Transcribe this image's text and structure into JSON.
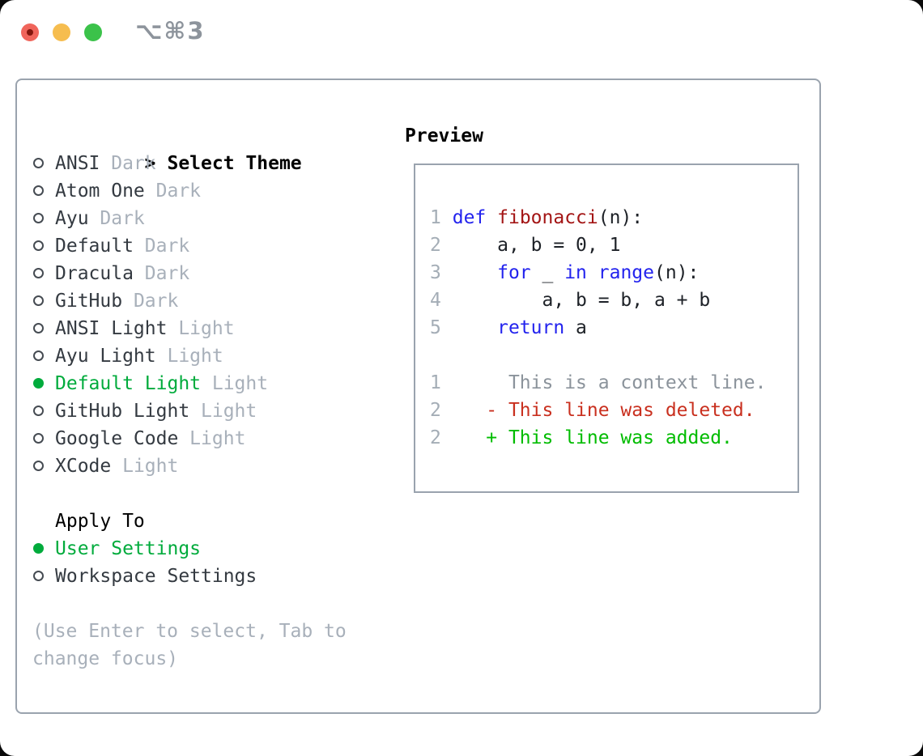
{
  "window": {
    "shortcut": "⌥⌘3",
    "controls": [
      "close",
      "minimize",
      "zoom"
    ]
  },
  "theme_selector": {
    "header_prefix": ">",
    "header_label": "Select Theme",
    "items": [
      {
        "name": "ANSI",
        "variant": "Dark",
        "selected": false
      },
      {
        "name": "Atom One",
        "variant": "Dark",
        "selected": false
      },
      {
        "name": "Ayu",
        "variant": "Dark",
        "selected": false
      },
      {
        "name": "Default",
        "variant": "Dark",
        "selected": false
      },
      {
        "name": "Dracula",
        "variant": "Dark",
        "selected": false
      },
      {
        "name": "GitHub",
        "variant": "Dark",
        "selected": false
      },
      {
        "name": "ANSI Light",
        "variant": "Light",
        "selected": false
      },
      {
        "name": "Ayu Light",
        "variant": "Light",
        "selected": false
      },
      {
        "name": "Default Light",
        "variant": "Light",
        "selected": true
      },
      {
        "name": "GitHub Light",
        "variant": "Light",
        "selected": false
      },
      {
        "name": "Google Code",
        "variant": "Light",
        "selected": false
      },
      {
        "name": "XCode",
        "variant": "Light",
        "selected": false
      }
    ],
    "apply_to_label": "Apply To",
    "apply_options": [
      {
        "label": "User Settings",
        "selected": true
      },
      {
        "label": "Workspace Settings",
        "selected": false
      }
    ],
    "hint_lines": [
      "(Use Enter to select, Tab to",
      "change focus)"
    ]
  },
  "preview": {
    "header": "Preview",
    "lines": [
      {
        "num": "1",
        "tokens": [
          {
            "t": "def",
            "c": "kw"
          },
          {
            "t": " ",
            "c": "pl"
          },
          {
            "t": "fibonacci",
            "c": "fn"
          },
          {
            "t": "(n):",
            "c": "pl"
          }
        ]
      },
      {
        "num": "2",
        "tokens": [
          {
            "t": "    a, b = 0, 1",
            "c": "pl"
          }
        ]
      },
      {
        "num": "3",
        "tokens": [
          {
            "t": "    ",
            "c": "pl"
          },
          {
            "t": "for",
            "c": "kw"
          },
          {
            "t": " _ ",
            "c": "pl"
          },
          {
            "t": "in",
            "c": "kw"
          },
          {
            "t": " ",
            "c": "pl"
          },
          {
            "t": "range",
            "c": "kw"
          },
          {
            "t": "(n):",
            "c": "pl"
          }
        ]
      },
      {
        "num": "4",
        "tokens": [
          {
            "t": "        a, b = b, a + b",
            "c": "pl"
          }
        ]
      },
      {
        "num": "5",
        "tokens": [
          {
            "t": "    ",
            "c": "pl"
          },
          {
            "t": "return",
            "c": "kw"
          },
          {
            "t": " a",
            "c": "pl"
          }
        ]
      },
      {
        "num": "",
        "tokens": []
      },
      {
        "num": "1",
        "tokens": [
          {
            "t": "     This is a context line.",
            "c": "ctx"
          }
        ]
      },
      {
        "num": "2",
        "tokens": [
          {
            "t": "   - This line was deleted.",
            "c": "del"
          }
        ]
      },
      {
        "num": "2",
        "tokens": [
          {
            "t": "   + This line was added.",
            "c": "add"
          }
        ]
      }
    ]
  },
  "colors": {
    "accent_green": "#00ab3c",
    "diff_added_green": "#00bc00",
    "diff_deleted_red": "#c9301f",
    "keyword_blue": "#2323ee",
    "function_red": "#a31515",
    "muted_gray": "#a8b0ba",
    "context_gray": "#8b939b",
    "line_number_gray": "#a4adb6",
    "panel_border": "#9aa3ae",
    "traffic_red": "#f0655b",
    "traffic_yellow": "#f6bd4f",
    "traffic_green": "#3bc24a"
  }
}
